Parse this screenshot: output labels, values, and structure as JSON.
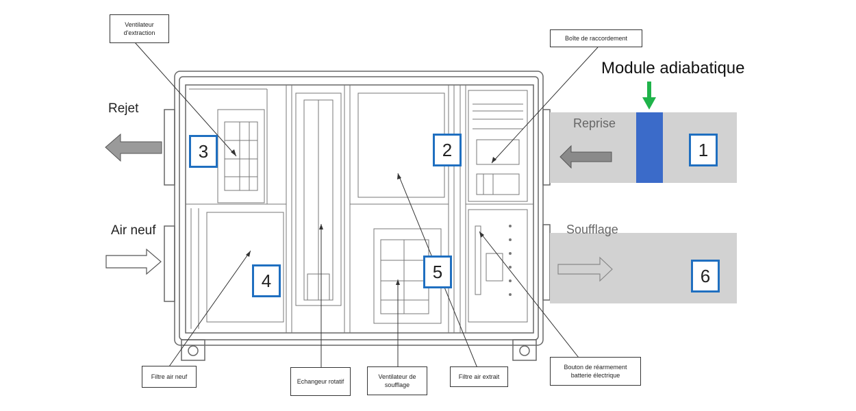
{
  "title": "Module adiabatique",
  "side_labels": {
    "exhaust": "Rejet",
    "fresh_air": "Air neuf"
  },
  "duct_labels": {
    "return": "Reprise",
    "supply": "Soufflage"
  },
  "numbers": {
    "n1": "1",
    "n2": "2",
    "n3": "3",
    "n4": "4",
    "n5": "5",
    "n6": "6"
  },
  "callouts": {
    "extraction_fan": "Ventilateur d'extraction",
    "junction_box": "Boîte de raccordement",
    "fresh_air_filter": "Filtre air neuf",
    "rotary_exchanger": "Echangeur rotatif",
    "supply_fan": "Ventilateur de soufflage",
    "extract_filter": "Filtre air extrait",
    "reset_button": "Bouton de réarmement batterie électrique"
  },
  "colors": {
    "accent_blue": "#1f6fc0",
    "adiabatic_band": "#3b6bc9",
    "green_arrow": "#1fb34a",
    "duct_grey": "#d2d2d2"
  }
}
